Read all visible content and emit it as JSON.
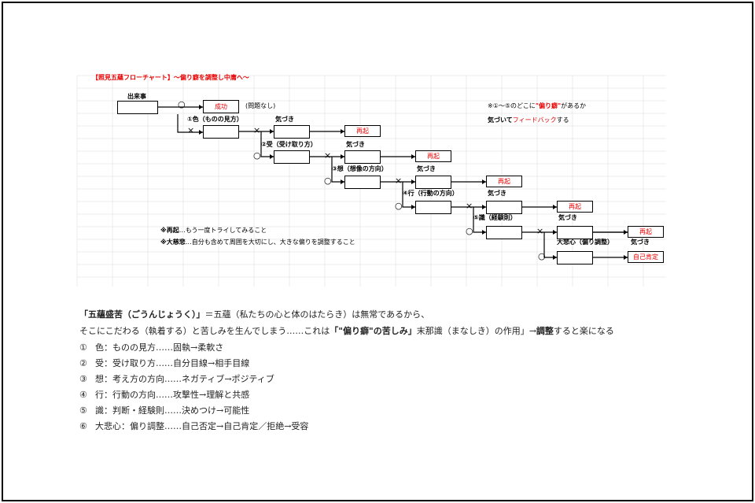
{
  "title": "【照見五蘊フローチャート】～偏り癖を調整し中庸へ～",
  "start_label": "出来事",
  "ok_mark": "○",
  "ng_mark": "×",
  "success_label": "成功",
  "success_note": "(問題なし)",
  "notice_label": "気づき",
  "restart_label": "再起",
  "self_affirm_label": "自己肯定",
  "steps": [
    {
      "label": "①色（ものの見方）"
    },
    {
      "label": "②受（受け取り方）"
    },
    {
      "label": "③想（想像の方向）"
    },
    {
      "label": "④行（行動の方向）"
    },
    {
      "label": "⑤識（経験則）"
    },
    {
      "label": "大悲心（偏り調整）"
    }
  ],
  "note_right": {
    "line1_pre": "※①～⑤のどこに",
    "line1_em": "\"偏り癖\"",
    "line1_post": "があるか",
    "line2_pre": "気づいて",
    "line2_em": "フィードバック",
    "line2_post": "する"
  },
  "notes_left": [
    {
      "key": "※再起",
      "text": "…もう一度トライしてみること"
    },
    {
      "key": "※大慈悲",
      "text": "…自分も含めて周囲を大切にし、大きな偏りを調整すること"
    }
  ],
  "explanation": {
    "line1_bold": "「五蘊盛苦（ごうんじょうく）」",
    "line1_rest": "＝五蘊（私たちの心と体のはたらき）は無常であるから、",
    "line2_a": "そこにこだわる（執着する）と苦しみを生んでしまう……これは",
    "line2_bold": "「\"偏り癖\"の苦しみ」",
    "line2_b": "末那識（まなしき）の作用」→",
    "line2_bold2": "調整",
    "line2_c": "すると楽になる"
  },
  "list": [
    {
      "num": "①",
      "text": "色：ものの見方……固執→柔軟さ"
    },
    {
      "num": "②",
      "text": "受：受け取り方……自分目線→相手目線"
    },
    {
      "num": "③",
      "text": "想：考え方の方向……ネガティブ→ポジティブ"
    },
    {
      "num": "④",
      "text": "行：行動の方向……攻撃性→理解と共感"
    },
    {
      "num": "⑤",
      "text": "識：判断・経験則……決めつけ→可能性"
    },
    {
      "num": "⑥",
      "text": "大悲心：偏り調整……自己否定→自己肯定／拒絶→受容"
    }
  ]
}
